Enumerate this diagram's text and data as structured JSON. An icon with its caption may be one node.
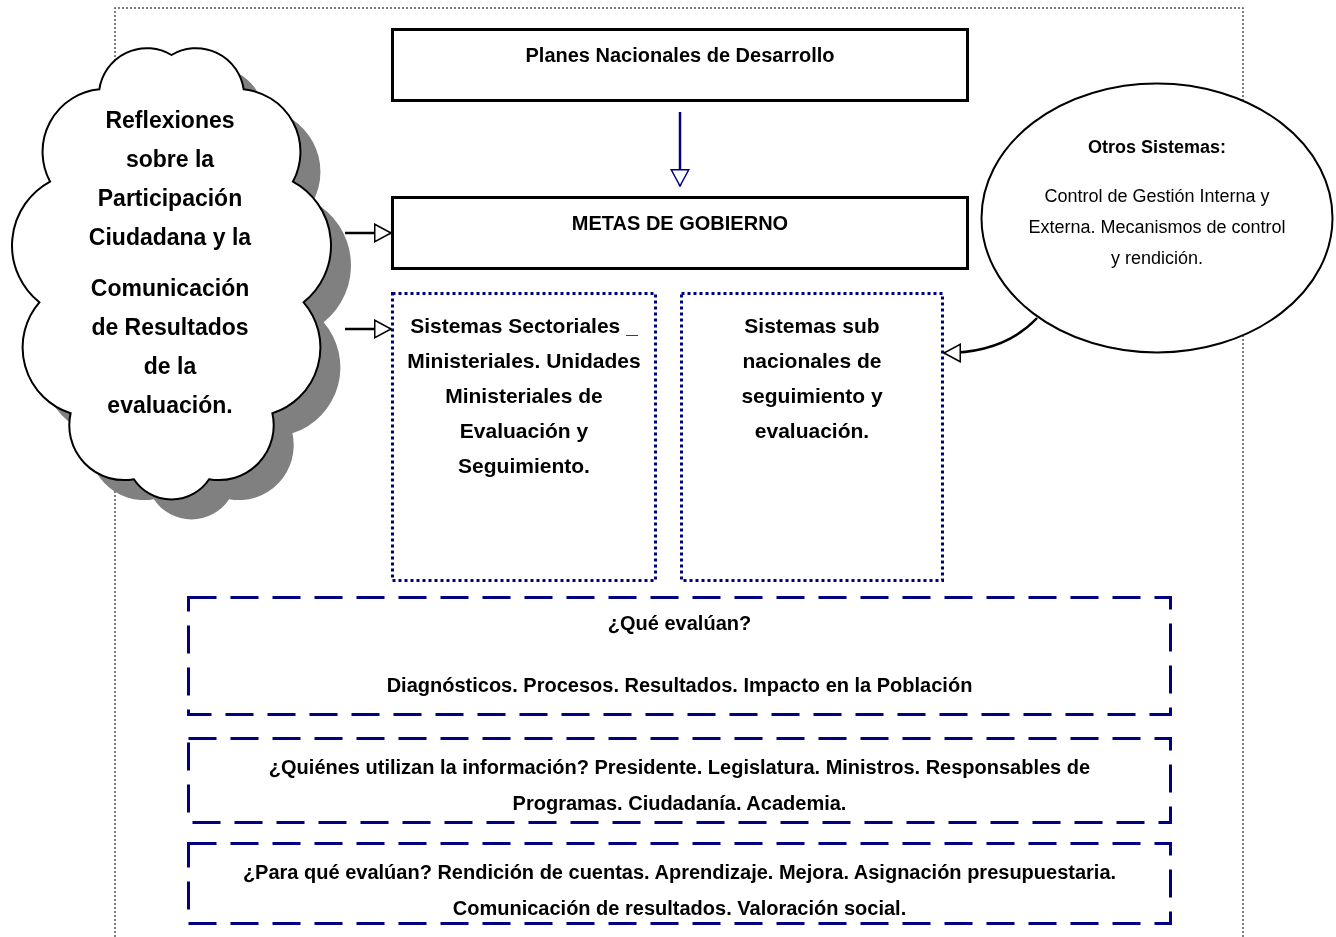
{
  "diagram": {
    "nodes": [
      {
        "text": [
          "Planes Nacionales de Desarrollo"
        ]
      },
      {
        "text": [
          "METAS DE GOBIERNO"
        ]
      },
      {
        "text": [
          "Reflexiones sobre la Participación Ciudadana y la",
          "Comunicación de Resultados de la evaluación."
        ]
      },
      {
        "text": [
          "Otros Sistemas:",
          "Control de Gestión Interna y Externa. Mecanismos de control y rendición."
        ]
      },
      {
        "text": [
          "Sistemas Sectoriales _ Ministeriales. Unidades Ministeriales de Evaluación y Seguimiento."
        ]
      },
      {
        "text": [
          "Sistemas sub nacionales de seguimiento y evaluación."
        ]
      },
      {
        "text": [
          "¿Qué evalúan?",
          "Diagnósticos. Procesos. Resultados. Impacto en la Población"
        ]
      },
      {
        "text": [
          "¿Quiénes utilizan la información? Presidente. Legislatura. Ministros. Responsables de Programas. Ciudadanía. Academia."
        ]
      },
      {
        "text": [
          "¿Para qué evalúan? Rendición de cuentas. Aprendizaje. Mejora. Asignación presupuestaria. Comunicación de resultados. Valoración social."
        ]
      }
    ],
    "edges": [
      {
        "from": 0,
        "to": 1,
        "arrow": "to",
        "color": "#000080"
      },
      {
        "from": 2,
        "to": 1,
        "arrow": "to"
      },
      {
        "from": 2,
        "to": 4,
        "arrow": "to"
      },
      {
        "from": 3,
        "to": 5,
        "arrow": "to"
      }
    ]
  }
}
